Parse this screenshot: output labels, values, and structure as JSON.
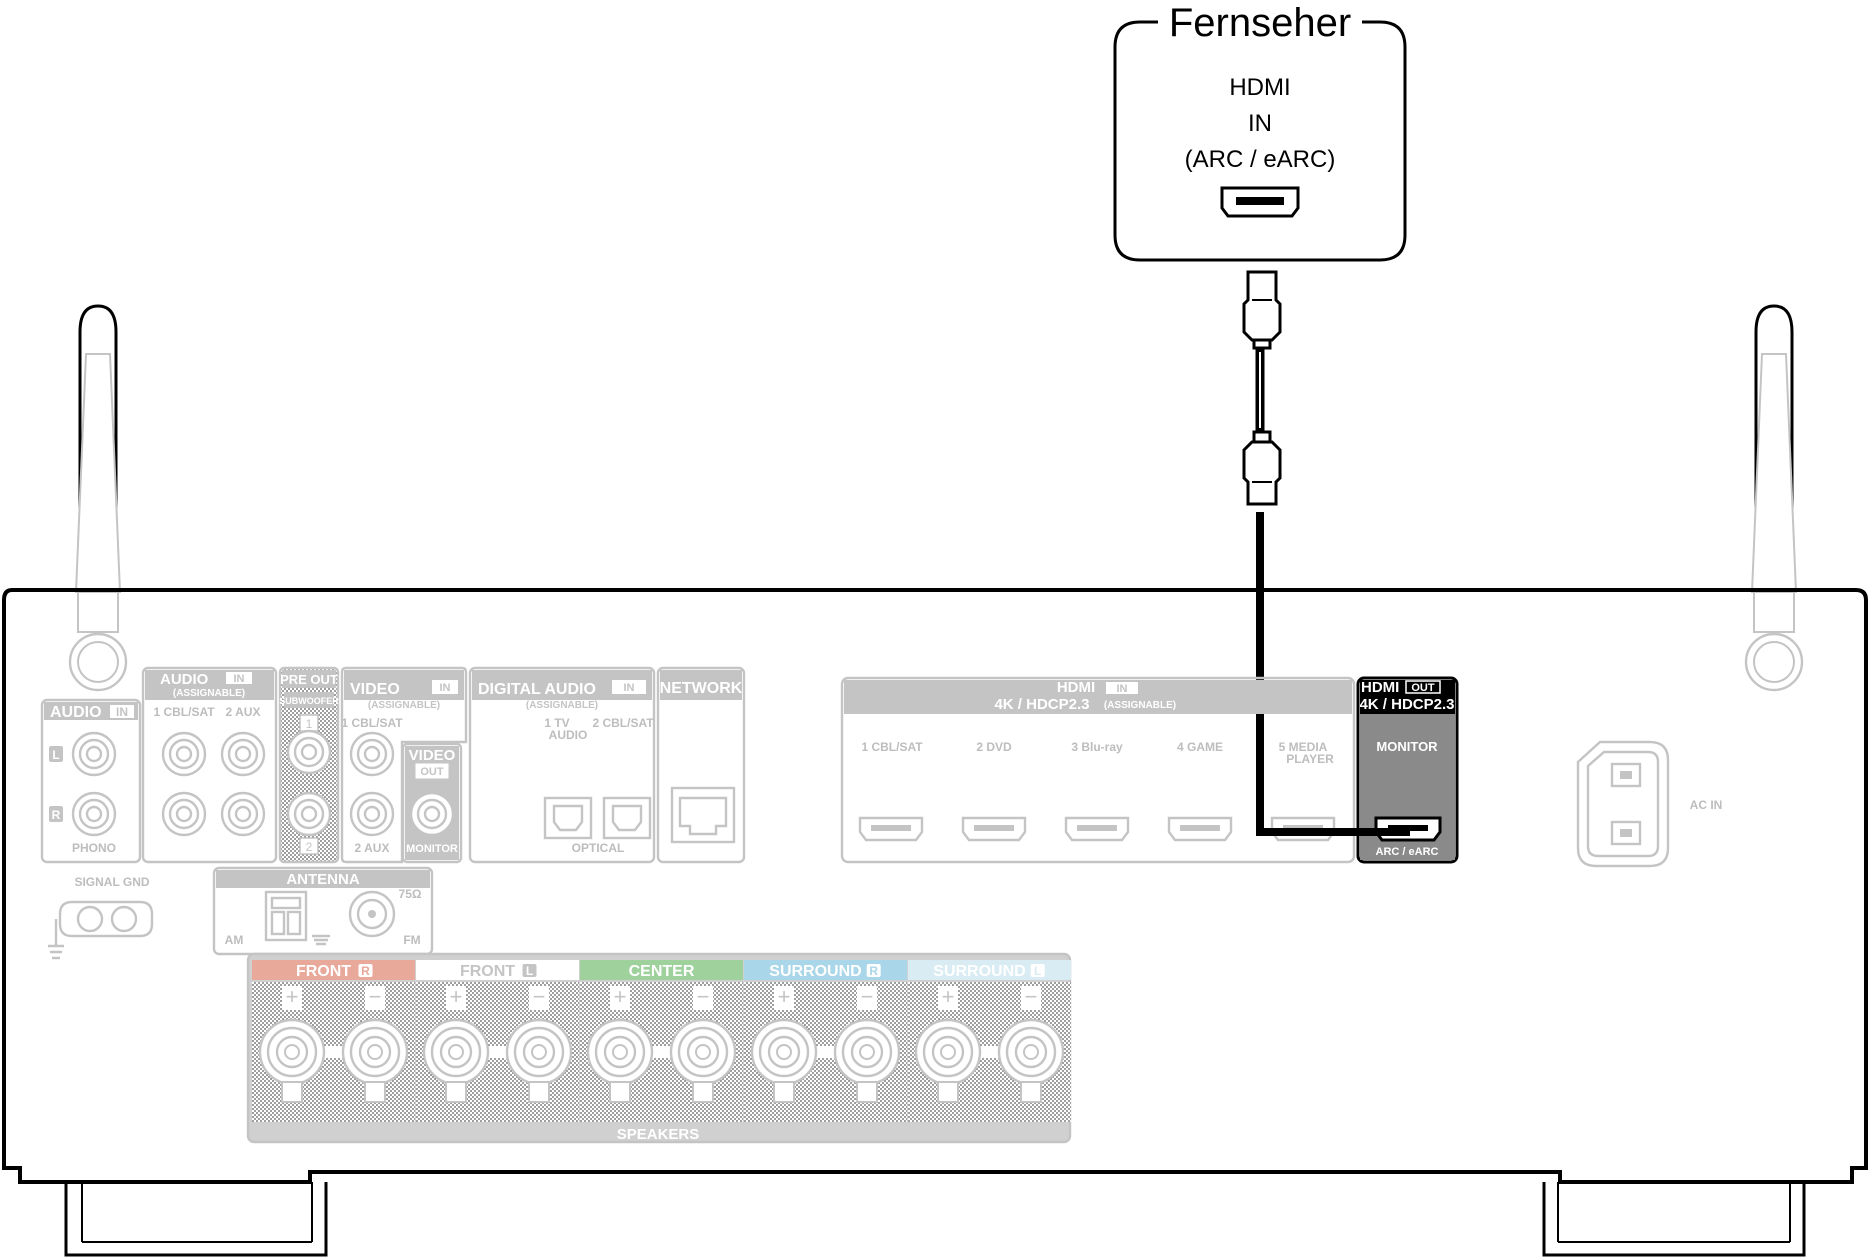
{
  "tv": {
    "title": "Fernseher",
    "port_line1": "HDMI",
    "port_line2": "IN",
    "port_line3": "(ARC / eARC)"
  },
  "receiver": {
    "audio_in_top": {
      "title": "AUDIO",
      "badge": "IN",
      "sub": "(ASSIGNABLE)",
      "jack1": "1 CBL/SAT",
      "jack2": "2 AUX"
    },
    "audio_in_phono": {
      "title": "AUDIO",
      "badge": "IN",
      "left": "L",
      "right": "R",
      "label": "PHONO"
    },
    "pre_out": {
      "title": "PRE OUT",
      "sub": "SUBWOOFER",
      "j1": "1",
      "j2": "2"
    },
    "video_in": {
      "title": "VIDEO",
      "badge": "IN",
      "sub": "(ASSIGNABLE)",
      "jack1": "1 CBL/SAT",
      "jack2": "2 AUX"
    },
    "video_out": {
      "title": "VIDEO",
      "badge": "OUT",
      "label": "MONITOR"
    },
    "digital_audio": {
      "title": "DIGITAL AUDIO",
      "badge": "IN",
      "sub": "(ASSIGNABLE)",
      "j1": "1 TV",
      "j1b": "AUDIO",
      "j2": "2 CBL/SAT",
      "label": "OPTICAL"
    },
    "network": {
      "title": "NETWORK"
    },
    "hdmi_in": {
      "title": "HDMI",
      "badge": "IN",
      "sub": "4K / HDCP2.3",
      "sub_small": "(ASSIGNABLE)",
      "ports": [
        "1 CBL/SAT",
        "2 DVD",
        "3 Blu-ray",
        "4 GAME",
        "5 MEDIA"
      ],
      "port5_line2": "PLAYER"
    },
    "hdmi_out": {
      "title": "HDMI",
      "badge": "OUT",
      "sub": "4K / HDCP2.3",
      "label": "MONITOR",
      "port_label": "ARC / eARC"
    },
    "ac_in": "AC IN",
    "signal_gnd": "SIGNAL GND",
    "antenna": {
      "title": "ANTENNA",
      "am": "AM",
      "fm": "FM",
      "ohm": "75Ω"
    },
    "speakers": {
      "title": "SPEAKERS",
      "groups": [
        {
          "name": "FRONT",
          "side": "R",
          "color": "#e8a89a"
        },
        {
          "name": "FRONT",
          "side": "L",
          "color": "#ffffff"
        },
        {
          "name": "CENTER",
          "side": "",
          "color": "#9fd19c"
        },
        {
          "name": "SURROUND",
          "side": "R",
          "color": "#a9d6e8"
        },
        {
          "name": "SURROUND",
          "side": "L",
          "color": "#d9ecf3"
        }
      ]
    }
  }
}
